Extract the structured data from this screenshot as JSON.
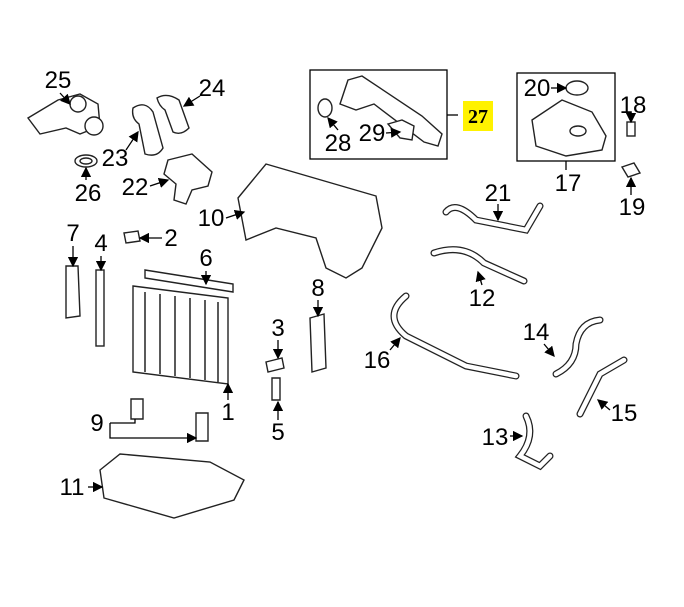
{
  "diagram": {
    "highlighted_label": "27",
    "highlight_color": "#FFF200",
    "callouts": [
      "1",
      "2",
      "3",
      "4",
      "5",
      "6",
      "7",
      "8",
      "9",
      "10",
      "11",
      "12",
      "13",
      "14",
      "15",
      "16",
      "17",
      "18",
      "19",
      "20",
      "21",
      "22",
      "23",
      "24",
      "25",
      "26",
      "28",
      "29"
    ]
  }
}
